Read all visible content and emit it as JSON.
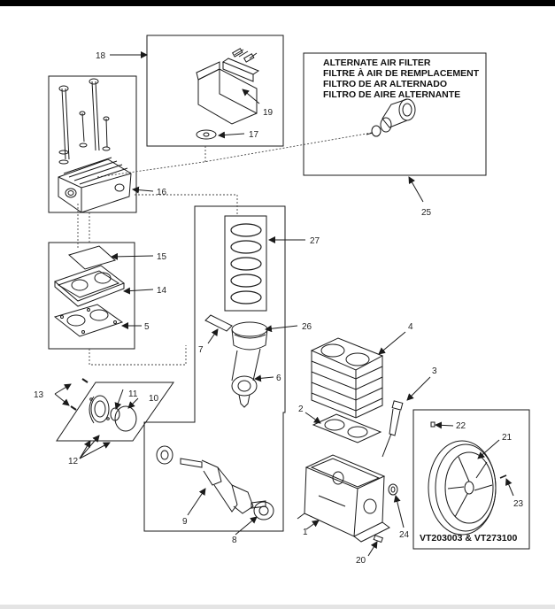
{
  "colors": {
    "ink": "#1a1a1a",
    "band": "#000000",
    "paper": "#ffffff"
  },
  "alternate_filter": {
    "line1": "ALTERNATE AIR FILTER",
    "line2": "FILTRE À AIR DE REMPLACEMENT",
    "line3": "FILTRO DE AR ALTERNADO",
    "line4": "FILTRO DE AIRE ALTERNANTE"
  },
  "model_numbers": "VT203003 & VT273100",
  "callouts": [
    "1",
    "2",
    "3",
    "4",
    "5",
    "6",
    "7",
    "8",
    "9",
    "10",
    "11",
    "12",
    "13",
    "14",
    "15",
    "16",
    "17",
    "18",
    "19",
    "20",
    "21",
    "22",
    "23",
    "24",
    "25",
    "26",
    "27"
  ]
}
